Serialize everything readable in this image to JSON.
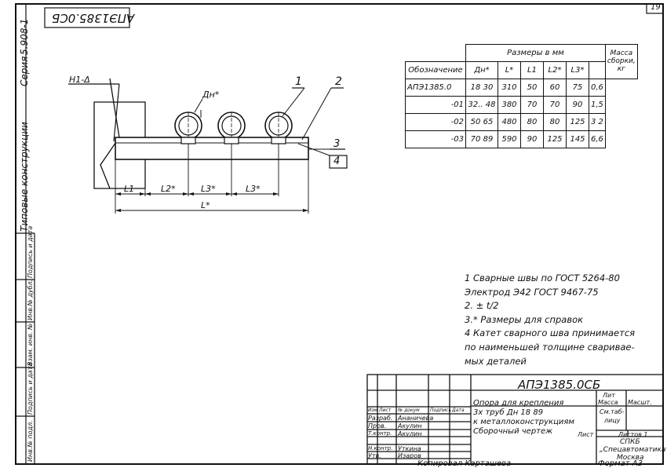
{
  "sheet_number": "19",
  "stamp_code_mirrored": "АПЭ1385.0СБ",
  "side_labels": {
    "series_label": "Серия",
    "series_value": "5.908-1",
    "typical": "Типовые конструкции"
  },
  "binding_strip": [
    "Подпись и дата",
    "Инв.№ дубл.",
    "Взам. инв. №",
    "Подпись и дата",
    "Инв.№ подл."
  ],
  "drawing_labels": {
    "weld_sym": "Н1-Δ",
    "dn": "Дн*",
    "pos1": "1",
    "pos2": "2",
    "pos3": "3",
    "pos4": "4",
    "l1": "L1",
    "l2": "L2*",
    "l3a": "L3*",
    "l3b": "L3*",
    "l": "L*"
  },
  "table": {
    "header_group": "Размеры в мм",
    "header_mass": "Масса сборки, кг",
    "col_designation": "Обозначение",
    "col_dn": "Дн*",
    "col_l": "L*",
    "col_l1": "L1",
    "col_l2": "L2*",
    "col_l3": "L3*",
    "rows": [
      {
        "designation": "АПЭ1385.0",
        "dn": "18   30",
        "l": "310",
        "l1": "50",
        "l2": "60",
        "l3": "75",
        "mass": "0,6"
      },
      {
        "designation": "-01",
        "dn": "32..  48",
        "l": "380",
        "l1": "70",
        "l2": "70",
        "l3": "90",
        "mass": "1,5"
      },
      {
        "designation": "-02",
        "dn": "50   65",
        "l": "480",
        "l1": "80",
        "l2": "80",
        "l3": "125",
        "mass": "3 2"
      },
      {
        "designation": "-03",
        "dn": "70   89",
        "l": "590",
        "l1": "90",
        "l2": "125",
        "l3": "145",
        "mass": "6,6"
      }
    ]
  },
  "notes": [
    "1 Сварные швы по ГОСТ 5264-80",
    "   Электрод Э42 ГОСТ 9467-75",
    "2. ± t/2",
    "3.* Размеры для справок",
    "4 Катет сварного шва принимается",
    "   по наименьшей толщине сваривае-",
    "   мых деталей"
  ],
  "title_block": {
    "code": "АПЭ1385.0СБ",
    "title_lines": [
      "Опора для крепления",
      "3х труб Дн 18  89",
      "к металлоконструкциям",
      "Сборочный чертеж"
    ],
    "col_lit": "Лит",
    "col_mass": "Масса",
    "col_scale": "Масшт.",
    "mass_value": "См.таб-",
    "mass_value2": "лицу",
    "sheet_label": "Лист",
    "sheets_label": "Листов 1",
    "org_line1": "СПКБ",
    "org_line2": "„Спецавтоматика“",
    "org_line3": "Москва",
    "head_cells": [
      "Изм",
      "Лист",
      "№ докум",
      "Подпись",
      "Дата"
    ],
    "people": [
      {
        "role": "Разраб.",
        "name": "Ананичева"
      },
      {
        "role": "Пров.",
        "name": "Акулин"
      },
      {
        "role": "Т.контр.",
        "name": "Акулин"
      },
      {
        "role": "Н.контр.",
        "name": "Уткина"
      },
      {
        "role": "Утв.",
        "name": "Изаров"
      }
    ],
    "copied_by": "Копировал  Карташева",
    "format": "Формат  А3"
  }
}
